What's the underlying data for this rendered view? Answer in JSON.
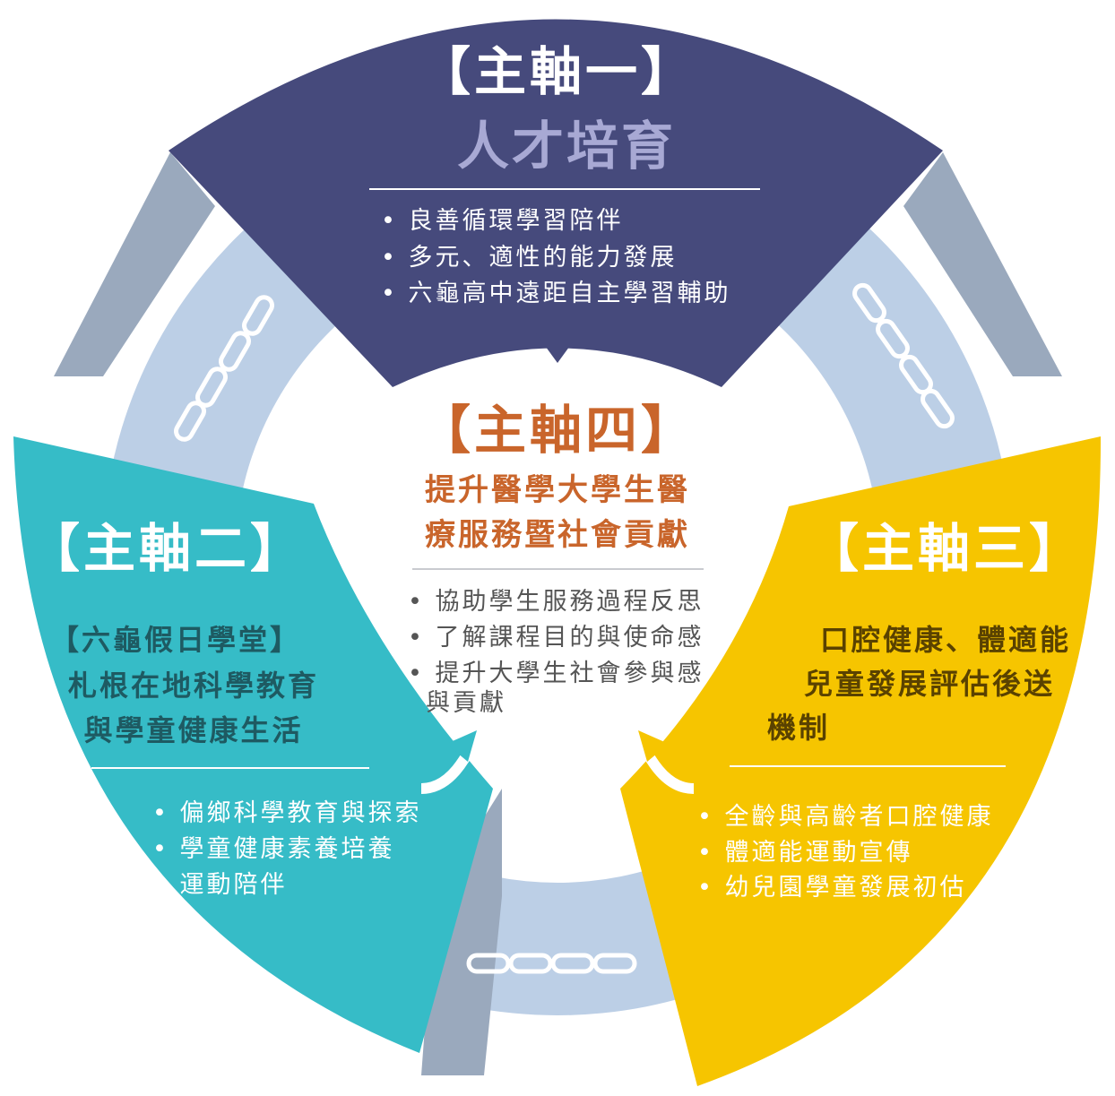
{
  "axis1": {
    "heading": "【主軸一】",
    "subtitle": "人才培育",
    "bullets": [
      "良善循環學習陪伴",
      "多元、適性的能力發展",
      "六龜高中遠距自主學習輔助"
    ],
    "color": "#464a7c",
    "subtitle_color": "#a8a9d4"
  },
  "axis2": {
    "heading": "【主軸二】",
    "subtitle_lines": [
      "【六龜假日學堂】",
      "札根在地科學教育",
      "與學童健康生活"
    ],
    "bullets": [
      "偏鄉科學教育與探索",
      "學童健康素養培養",
      "運動陪伴"
    ],
    "color": "#36bcc7",
    "subtitle_color": "#1e5a62"
  },
  "axis3": {
    "heading": "【主軸三】",
    "subtitle_lines": [
      "口腔健康、體適能",
      "兒童發展評估後送",
      "機制"
    ],
    "bullets": [
      "全齡與高齡者口腔健康",
      "體適能運動宣傳",
      "幼兒園學童發展初估"
    ],
    "color": "#f6c500",
    "subtitle_color": "#5a4200"
  },
  "axis4": {
    "heading": "【主軸四】",
    "subtitle_lines": [
      "提升醫學大學生醫",
      "療服務暨社會貢獻"
    ],
    "bullets": [
      "協助學生服務過程反思",
      "了解課程目的與使命感",
      "提升大學生社會參與感",
      "與貢獻"
    ],
    "color": "#c9652b",
    "text_color": "#555555"
  },
  "ring": {
    "color": "#bccfe6",
    "shadow": "#9aa9bd"
  },
  "icons": [
    "chain-link-icon",
    "down-arrow-icon",
    "curved-arrow-icon"
  ]
}
